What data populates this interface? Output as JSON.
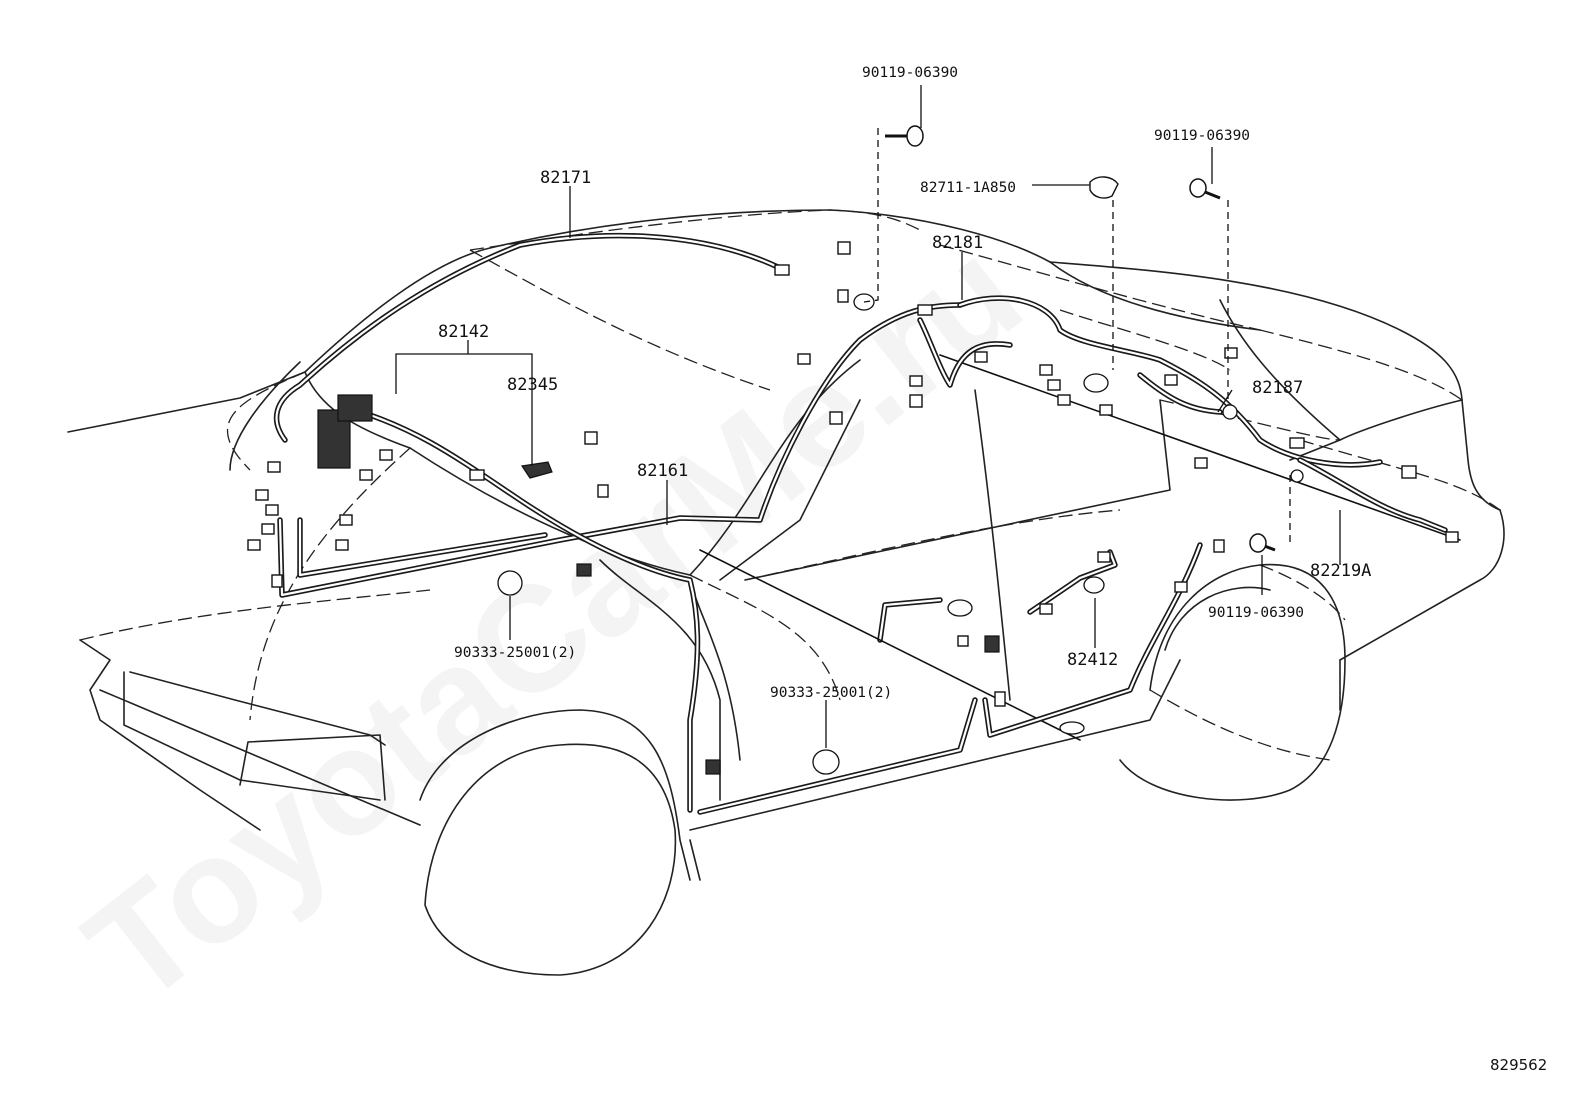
{
  "watermark": "ToyotaCarMe.ru",
  "diagram_id": "829562",
  "parts": {
    "p82171": "82171",
    "p82142": "82142",
    "p82345": "82345",
    "p82161": "82161",
    "p82181": "82181",
    "p82187": "82187",
    "p82219A": "82219A",
    "p82412": "82412",
    "p82711": "82711-1A850",
    "bolt_top": "90119-06390",
    "bolt_right_top": "90119-06390",
    "bolt_right_bottom": "90119-06390",
    "plug_left": "90333-25001(2)",
    "plug_center": "90333-25001(2)"
  }
}
